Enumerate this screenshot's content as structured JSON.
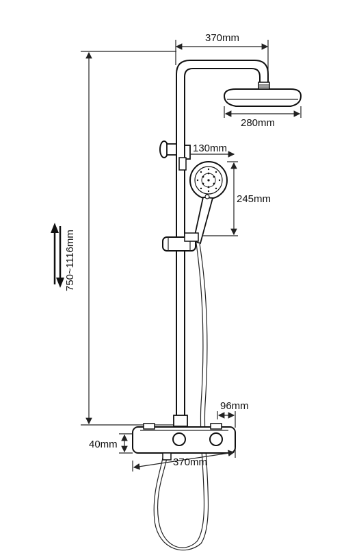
{
  "dimensions": {
    "top_width": "370mm",
    "head_diameter": "280mm",
    "hand_head_width": "130mm",
    "hand_head_height": "245mm",
    "height_range": "750~1116mm",
    "shelf_depth": "96mm",
    "valve_height": "40mm",
    "bottom_width": "370mm"
  }
}
